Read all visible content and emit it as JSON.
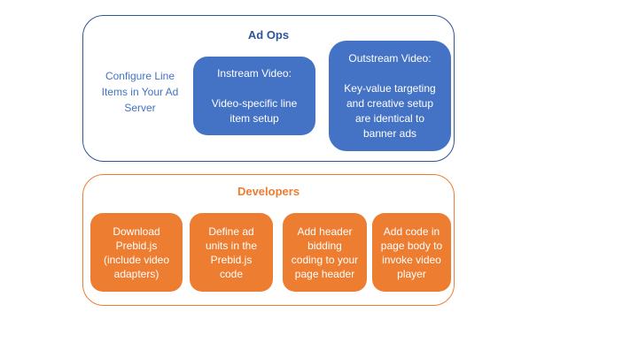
{
  "colors": {
    "blue_fill": "#4472C4",
    "blue_border": "#2F5597",
    "blue_side_text": "#4472C4",
    "orange": "#ED7D31",
    "box_text": "#FFFFFF",
    "background": "#FFFFFF"
  },
  "ad_ops": {
    "title": "Ad Ops",
    "side_note": "Configure Line Items in Your Ad Server",
    "boxes": [
      {
        "heading": "Instream Video:",
        "body": "Video-specific line item setup"
      },
      {
        "heading": "Outstream Video:",
        "body": "Key-value targeting and creative setup are identical to banner ads"
      }
    ]
  },
  "developers": {
    "title": "Developers",
    "steps": [
      "Download Prebid.js (include video adapters)",
      "Define ad units in the Prebid.js code",
      "Add header bidding coding to your page header",
      "Add code in page body to invoke video player"
    ]
  }
}
